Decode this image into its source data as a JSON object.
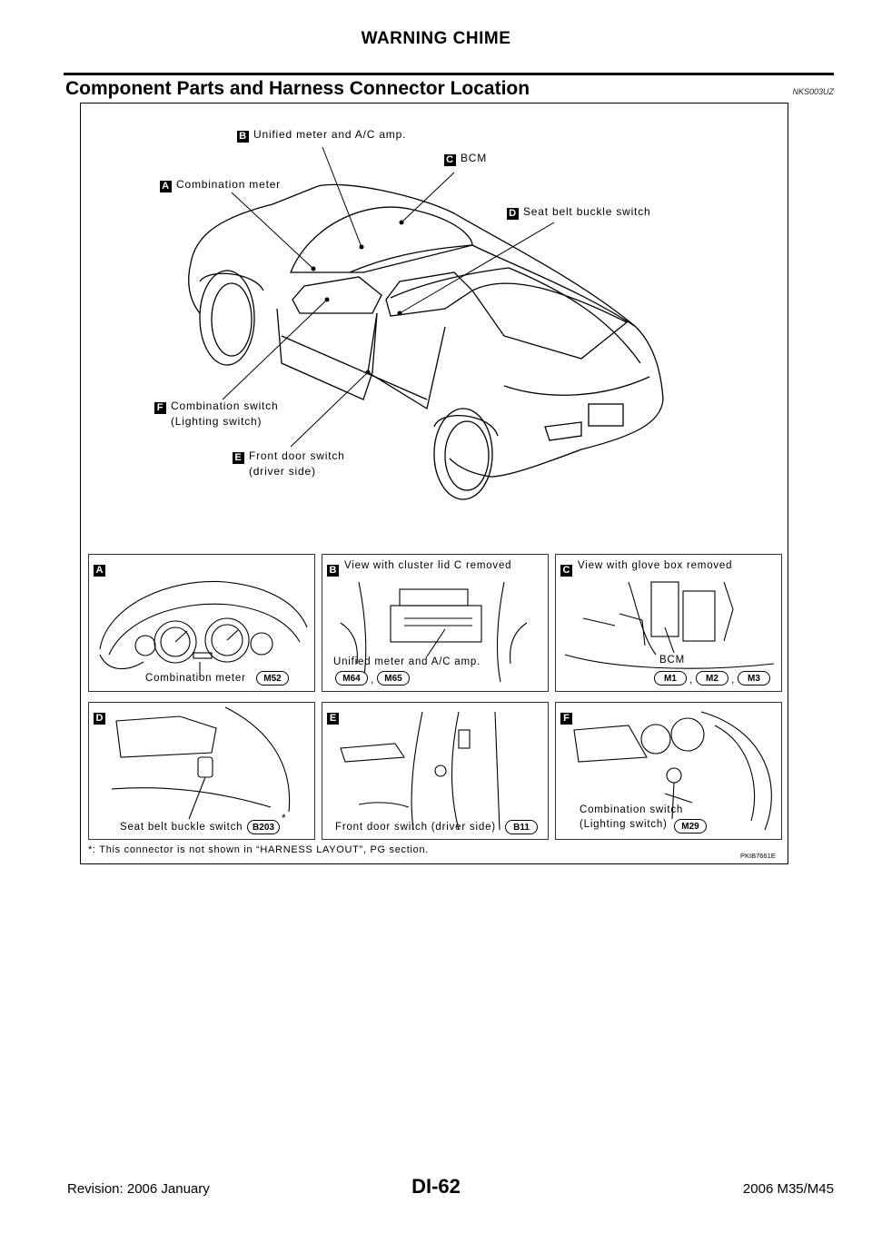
{
  "header": {
    "title": "WARNING CHIME"
  },
  "section": {
    "title": "Component Parts and Harness Connector Location",
    "code": "NKS003UZ"
  },
  "overview_callouts": [
    {
      "letter": "B",
      "text": "Unified meter and A/C amp."
    },
    {
      "letter": "C",
      "text": "BCM"
    },
    {
      "letter": "A",
      "text": "Combination meter"
    },
    {
      "letter": "D",
      "text": "Seat belt buckle switch"
    },
    {
      "letter": "F",
      "line1": "Combination switch",
      "line2": "(Lighting switch)"
    },
    {
      "letter": "E",
      "line1": "Front door switch",
      "line2": "(driver side)"
    }
  ],
  "panels": {
    "a": {
      "letter": "A",
      "caption": "Combination meter",
      "connectors": [
        "M52"
      ]
    },
    "b": {
      "letter": "B",
      "title": "View with cluster lid C removed",
      "caption": "Unified meter and A/C amp.",
      "connectors": [
        "M64",
        "M65"
      ]
    },
    "c": {
      "letter": "C",
      "title": "View with glove box removed",
      "caption": "BCM",
      "connectors": [
        "M1",
        "M2",
        "M3"
      ]
    },
    "d": {
      "letter": "D",
      "caption": "Seat belt buckle switch",
      "connectors": [
        "B203"
      ],
      "asterisk": "*"
    },
    "e": {
      "letter": "E",
      "caption": "Front door switch (driver side)",
      "connectors": [
        "B11"
      ]
    },
    "f": {
      "letter": "F",
      "caption_line1": "Combination switch",
      "caption_line2": "(Lighting switch)",
      "connectors": [
        "M29"
      ]
    }
  },
  "footnote": "*: This connector is not shown in “HARNESS LAYOUT”, PG section.",
  "figure_code": "PKIB7661E",
  "footer": {
    "revision": "Revision: 2006 January",
    "page": "DI-62",
    "model": "2006 M35/M45"
  }
}
